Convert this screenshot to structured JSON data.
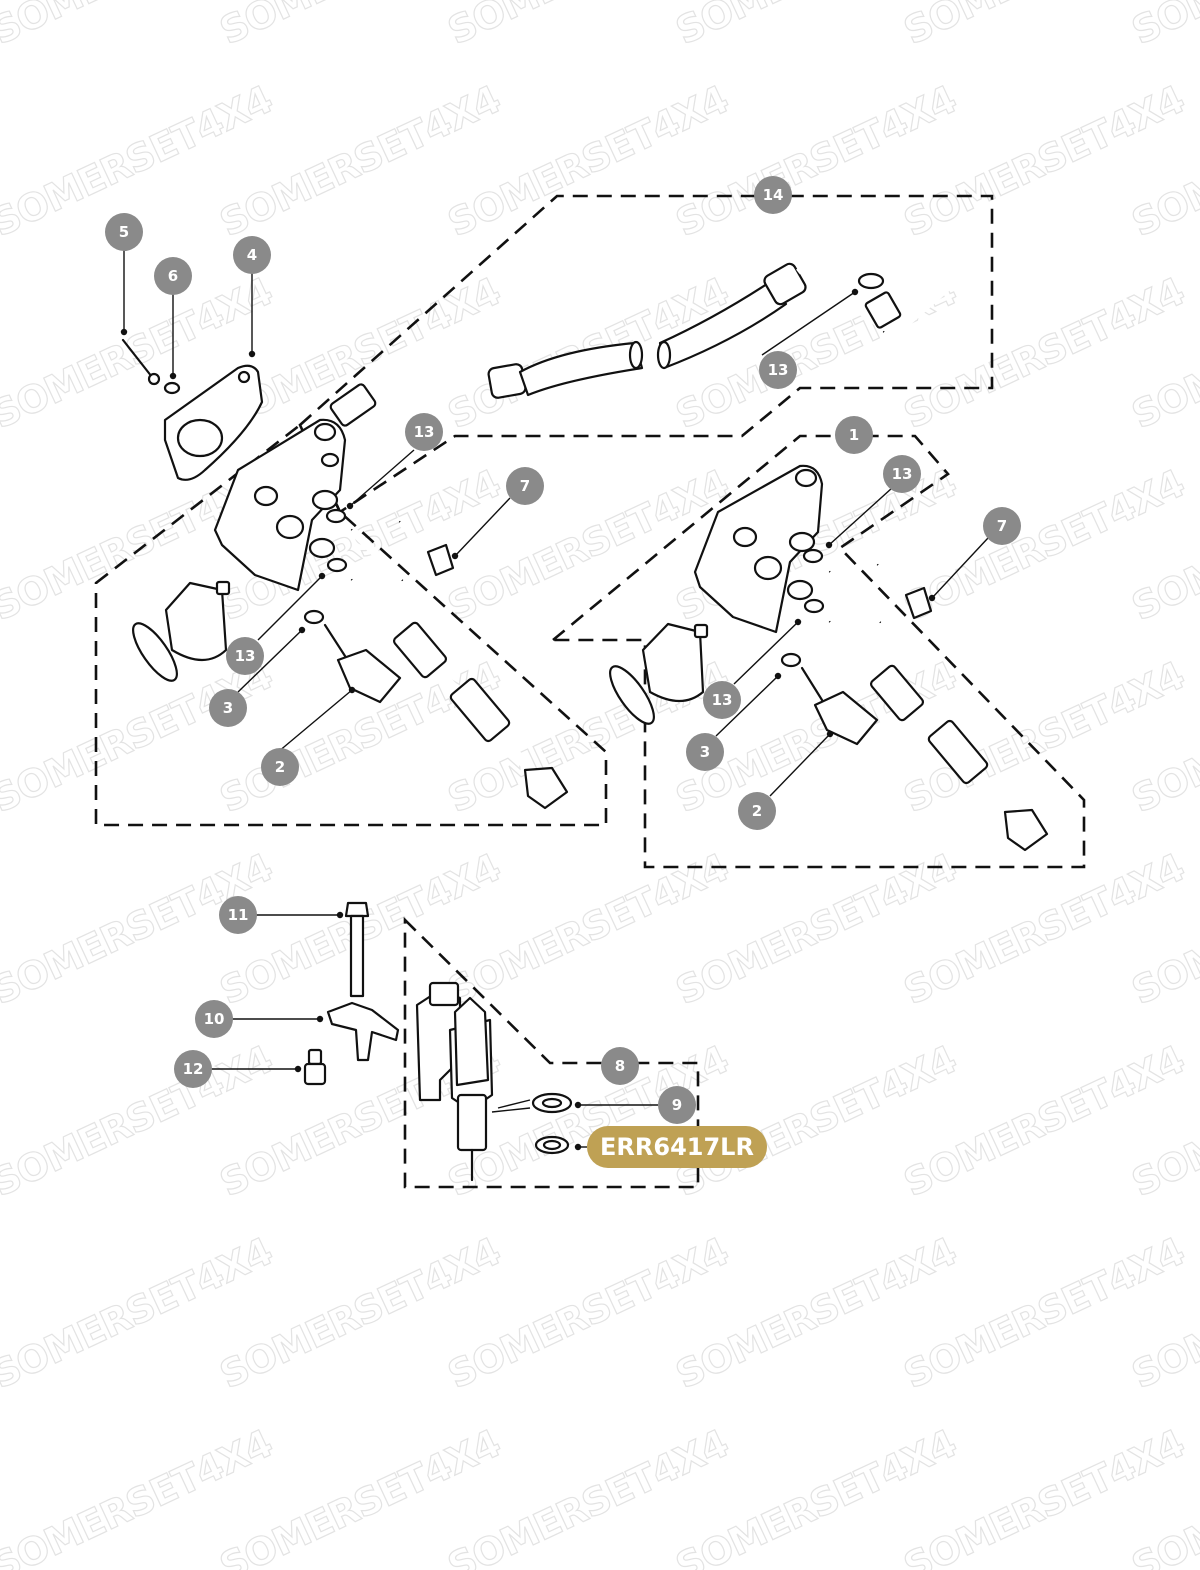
{
  "watermark": {
    "text": "SOMERSET4X4"
  },
  "diagram": {
    "callouts": {
      "c1": "1",
      "c2a": "2",
      "c2b": "2",
      "c3a": "3",
      "c3b": "3",
      "c4": "4",
      "c5": "5",
      "c6": "6",
      "c7a": "7",
      "c7b": "7",
      "c8": "8",
      "c9": "9",
      "c10": "10",
      "c11": "11",
      "c12": "12",
      "c13a": "13",
      "c13b": "13",
      "c13c": "13",
      "c13d": "13",
      "c13e": "13",
      "c14": "14"
    },
    "part_number": "ERR6417LR",
    "colors": {
      "callout": "#8a8a8a",
      "badge": "#bfa154",
      "watermark": "#e3e3e3"
    }
  }
}
